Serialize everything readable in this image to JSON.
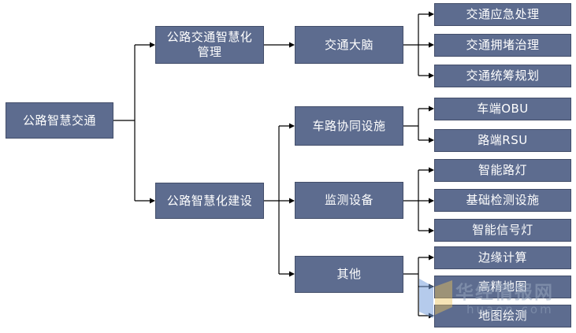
{
  "diagram": {
    "root": "公路智慧交通",
    "management": "公路交通智慧化\n管理",
    "construction": "公路智慧化建设",
    "brain": "交通大脑",
    "coordination": "车路协同设施",
    "monitoring": "监测设备",
    "other": "其他",
    "leaves": [
      "交通应急处理",
      "交通拥堵治理",
      "交通统筹规划",
      "车端OBU",
      "路端RSU",
      "智能路灯",
      "基础检测设施",
      "智能信号灯",
      "边缘计算",
      "高精地图",
      "地图绘测"
    ]
  },
  "watermark": {
    "text": "华经情报网",
    "url": "huaon.com",
    "logo": "huajing-logo-icon"
  },
  "colors": {
    "box_fill": "#5d6c8f",
    "box_border": "#434e6a",
    "box_text": "#ffffff",
    "connector": "#000000"
  }
}
